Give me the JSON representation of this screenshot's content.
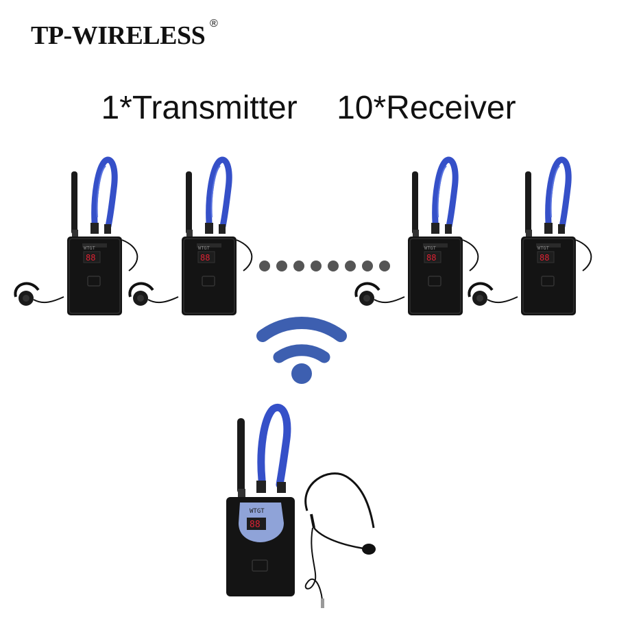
{
  "brand": {
    "name": "TP-WIRELESS",
    "registered_mark": "®"
  },
  "headline": {
    "transmitter": "1*Transmitter",
    "receiver": "10*Receiver"
  },
  "device": {
    "label": "WTGT",
    "display": "88"
  },
  "colors": {
    "lanyard": "#3550c8",
    "body": "#141414",
    "wifi": "#3d5fb0",
    "dots": "#555555",
    "panel": "#8fa3d8"
  },
  "receivers_shown": 4,
  "dots_shown": 8
}
